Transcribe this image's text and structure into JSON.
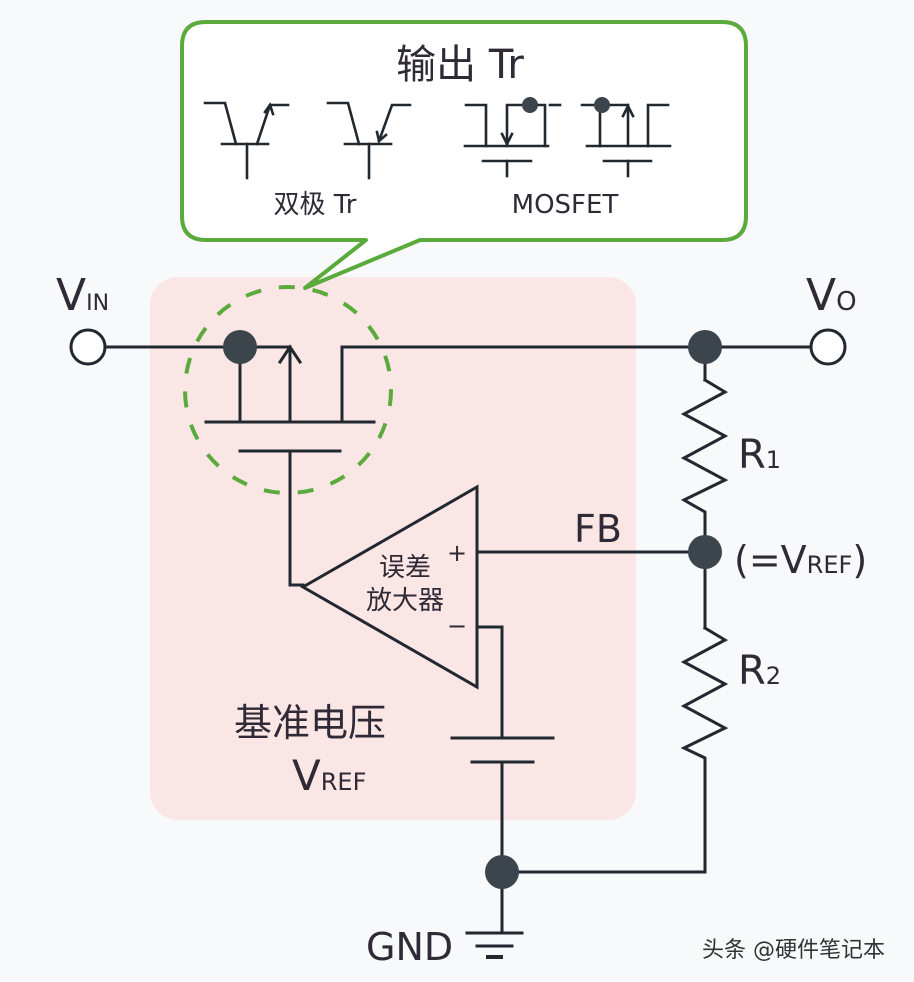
{
  "callout": {
    "title": "输出 Tr",
    "bipolar_label": "双极 Tr",
    "mosfet_label": "MOSFET",
    "border_color": "#5aaa3c"
  },
  "terminals": {
    "vin_main": "V",
    "vin_sub": "IN",
    "vo_main": "V",
    "vo_sub": "O",
    "gnd": "GND"
  },
  "divider": {
    "r1_main": "R",
    "r1_sub": "1",
    "r2_main": "R",
    "r2_sub": "2",
    "fb_label": "FB",
    "vref_eq_open": "(=V",
    "vref_eq_sub": "REF",
    "vref_eq_close": ")"
  },
  "amplifier": {
    "line1": "误差",
    "line2": "放大器",
    "plus": "+",
    "minus": "−"
  },
  "reference": {
    "label": "基准电压",
    "vref_main": "V",
    "vref_sub": "REF"
  },
  "colors": {
    "ic_region": "#fbe6e6",
    "dashed_circle": "#5aaa3c",
    "wire": "#222830",
    "node": "#3c444c"
  },
  "watermark": "头条 @硬件笔记本"
}
